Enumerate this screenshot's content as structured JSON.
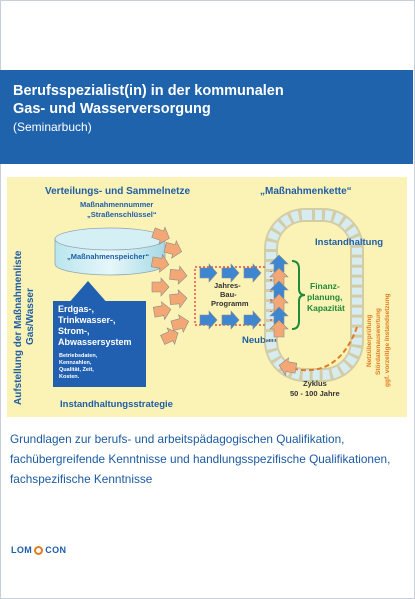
{
  "book": {
    "title_line1": "Berufsspezialist(in) in der kommunalen",
    "title_line2": "Gas- und Wasserversorgung",
    "subtitle": "(Seminarbuch)"
  },
  "figure": {
    "top_left_heading": "Verteilungs- und Sammelnetze",
    "top_right_heading": "„Maßnahmenkette“",
    "side_label_line1": "Aufstellung der Maßnahmenliste",
    "side_label_line2": "Gas/Wasser",
    "measure_number": "Maßnahmennummer",
    "street_key": "„Straßenschlüssel“",
    "storage": "„Maßnahmenspeicher“",
    "systems_lines": [
      "Erdgas-,",
      "Trinkwasser-,",
      "Strom-,",
      "Abwassersystem"
    ],
    "data_lines": [
      "Betriebsdaten,",
      "Kennzahlen,",
      "Qualität, Zeit,",
      "Kosten."
    ],
    "annual_program_lines": [
      "Jahres-",
      "Bau-",
      "Programm"
    ],
    "new_build": "Neubau",
    "maintenance": "Instandhaltung",
    "finance_lines": [
      "Finanz-",
      "planung,",
      "Kapazität"
    ],
    "network_check_lines": [
      "Netzüberprüfung",
      "Stördatenauswertung",
      "ggf. vorzeitige Instandsetzung"
    ],
    "cycle_line1": "Zyklus",
    "cycle_line2": "50 - 100 Jahre",
    "strategy": "Instandhaltungsstrategie"
  },
  "description": {
    "line1": "Grundlagen zur berufs- und arbeitspädagogischen Qualifikation,",
    "line2": "fachübergreifende Kenntnisse und handlungsspezifische Qualifikationen,",
    "line3": "fachspezifische Kenntnisse"
  },
  "publisher": {
    "logo_part1": "LOM",
    "logo_part2": "CON"
  },
  "colors": {
    "banner": "#1f63ad",
    "figure_background": "#fbf2b5",
    "heading_blue": "#1f5ea6",
    "green": "#1f8a3a",
    "red": "#e0302a",
    "orange": "#e27b22",
    "description_text": "#1b5aa3"
  }
}
